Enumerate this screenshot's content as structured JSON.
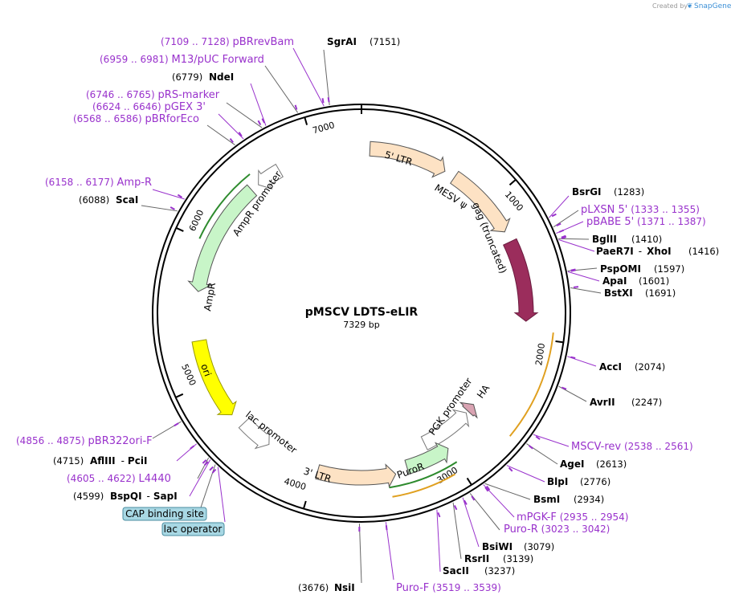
{
  "credit": {
    "prefix": "Created by",
    "brand": "SnapGene"
  },
  "plasmid": {
    "name": "pMSCV LDTS-eLIR",
    "length": "7329 bp",
    "bp": 7329
  },
  "ticks": [
    "1000",
    "2000",
    "3000",
    "4000",
    "5000",
    "6000",
    "7000"
  ],
  "features": [
    {
      "id": "ltr5",
      "label": "5' LTR",
      "color": "#fde2c4",
      "stroke": "#555"
    },
    {
      "id": "mesv",
      "label": "MESV ψ",
      "color": "#fde2c4",
      "stroke": "#555"
    },
    {
      "id": "gag",
      "label": "gag (truncated)",
      "color": "#9b2d5c",
      "stroke": "#6b1c3f"
    },
    {
      "id": "ha",
      "label": "HA",
      "color": "#d9a3b2",
      "stroke": "#555"
    },
    {
      "id": "pgk",
      "label": "PGK promoter",
      "color": "#ffffff",
      "stroke": "#777"
    },
    {
      "id": "puror",
      "label": "PuroR",
      "color": "#c8f5c8",
      "stroke": "#555"
    },
    {
      "id": "ltr3",
      "label": "3' LTR",
      "color": "#fde2c4",
      "stroke": "#555"
    },
    {
      "id": "lacp",
      "label": "lac promoter",
      "color": "#ffffff",
      "stroke": "#777"
    },
    {
      "id": "ori",
      "label": "ori",
      "color": "#ffff00",
      "stroke": "#999900"
    },
    {
      "id": "ampr",
      "label": "AmpR",
      "color": "#c8f5c8",
      "stroke": "#555"
    },
    {
      "id": "amprp",
      "label": "AmpR promoter",
      "color": "#ffffff",
      "stroke": "#777"
    }
  ],
  "sites": [
    {
      "name": "SgrAI",
      "pos": "(7151)"
    },
    {
      "name": "NdeI",
      "pos": "(6779)"
    },
    {
      "name": "ScaI",
      "pos": "(6088)"
    },
    {
      "name": "BsrGI",
      "pos": "(1283)"
    },
    {
      "name": "BglII",
      "pos": "(1410)"
    },
    {
      "name": "PaeR7I",
      "name2": "XhoI",
      "pos": "(1416)"
    },
    {
      "name": "PspOMI",
      "pos": "(1597)"
    },
    {
      "name": "ApaI",
      "pos": "(1601)"
    },
    {
      "name": "BstXI",
      "pos": "(1691)"
    },
    {
      "name": "AccI",
      "pos": "(2074)"
    },
    {
      "name": "AvrII",
      "pos": "(2247)"
    },
    {
      "name": "AgeI",
      "pos": "(2613)"
    },
    {
      "name": "BlpI",
      "pos": "(2776)"
    },
    {
      "name": "BsmI",
      "pos": "(2934)"
    },
    {
      "name": "BsiWI",
      "pos": "(3079)"
    },
    {
      "name": "RsrII",
      "pos": "(3139)"
    },
    {
      "name": "SacII",
      "pos": "(3237)"
    },
    {
      "name": "NsiI",
      "pos": "(3676)"
    },
    {
      "name": "AflIII",
      "name2": "PciI",
      "pos": "(4715)"
    },
    {
      "name": "BspQI",
      "name2": "SapI",
      "pos": "(4599)"
    }
  ],
  "primers": [
    {
      "name": "pBRrevBam",
      "pos": "(7109 .. 7128)"
    },
    {
      "name": "M13/pUC Forward",
      "pos": "(6959 .. 6981)"
    },
    {
      "name": "pRS-marker",
      "pos": "(6746 .. 6765)"
    },
    {
      "name": "pGEX 3'",
      "pos": "(6624 .. 6646)"
    },
    {
      "name": "pBRforEco",
      "pos": "(6568 .. 6586)"
    },
    {
      "name": "Amp-R",
      "pos": "(6158 .. 6177)"
    },
    {
      "name": "pLXSN 5'",
      "pos": "(1333 .. 1355)"
    },
    {
      "name": "pBABE 5'",
      "pos": "(1371 .. 1387)"
    },
    {
      "name": "MSCV-rev",
      "pos": "(2538 .. 2561)"
    },
    {
      "name": "mPGK-F",
      "pos": "(2935 .. 2954)"
    },
    {
      "name": "Puro-R",
      "pos": "(3023 .. 3042)"
    },
    {
      "name": "Puro-F",
      "pos": "(3519 .. 3539)"
    },
    {
      "name": "pBR322ori-F",
      "pos": "(4856 .. 4875)"
    },
    {
      "name": "L4440",
      "pos": "(4605 .. 4622)"
    }
  ],
  "boxes": [
    {
      "label": "CAP binding site"
    },
    {
      "label": "lac operator"
    }
  ]
}
